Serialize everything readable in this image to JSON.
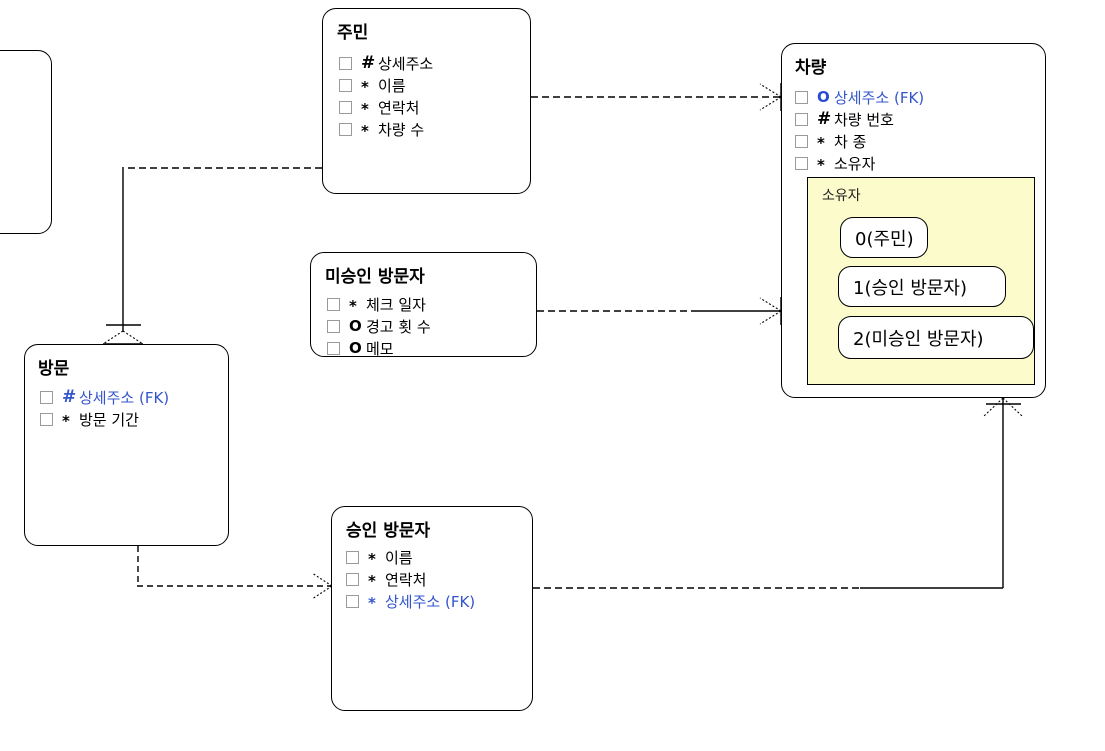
{
  "diagram": {
    "type": "entity-relationship-diagram",
    "notation": "barker",
    "background": "#ffffff",
    "accent_fk_color": "#3355cc",
    "subtype_fill_color": "#fbfbcc"
  },
  "entities": [
    {
      "id": "partial-left",
      "name": "",
      "attributes": []
    },
    {
      "id": "jumin",
      "name": "주민",
      "attributes": [
        {
          "mark": "#",
          "label": "상세주소",
          "fk": false
        },
        {
          "mark": "*",
          "label": "이름",
          "fk": false
        },
        {
          "mark": "*",
          "label": "연락처",
          "fk": false
        },
        {
          "mark": "*",
          "label": "차량 수",
          "fk": false
        }
      ]
    },
    {
      "id": "misungin-bangmunja",
      "name": "미승인 방문자",
      "attributes": [
        {
          "mark": "*",
          "label": "체크 일자",
          "fk": false
        },
        {
          "mark": "O",
          "label": "경고 횟 수",
          "fk": false
        },
        {
          "mark": "O",
          "label": "메모",
          "fk": false
        }
      ]
    },
    {
      "id": "bangmun",
      "name": "방문",
      "attributes": [
        {
          "mark": "#",
          "label": "상세주소 (FK)",
          "fk": true
        },
        {
          "mark": "*",
          "label": "방문 기간",
          "fk": false
        }
      ]
    },
    {
      "id": "sungin-bangmunja",
      "name": "승인 방문자",
      "attributes": [
        {
          "mark": "*",
          "label": "이름",
          "fk": false
        },
        {
          "mark": "*",
          "label": "연락처",
          "fk": false
        },
        {
          "mark": "*",
          "label": "상세주소 (FK)",
          "fk": true
        }
      ]
    },
    {
      "id": "charyang",
      "name": "차량",
      "attributes": [
        {
          "mark": "O",
          "label": "상세주소 (FK)",
          "fk": true
        },
        {
          "mark": "#",
          "label": "차량 번호",
          "fk": false
        },
        {
          "mark": "*",
          "label": "차 종",
          "fk": false
        },
        {
          "mark": "*",
          "label": "소유자",
          "fk": false
        }
      ],
      "subtype": {
        "title": "소유자",
        "items": [
          {
            "label": "0(주민)"
          },
          {
            "label": "1(승인 방문자)"
          },
          {
            "label": "2(미승인 방문자)"
          }
        ]
      }
    }
  ],
  "relationships": [
    {
      "id": "rel-jumin-charyang",
      "from": "주민",
      "to": "차량",
      "line": "dashed",
      "to_cardinality": "many"
    },
    {
      "id": "rel-jumin-bangmun",
      "from": "주민",
      "to": "방문",
      "line": "dashed-solid",
      "to_cardinality": "one-or-many"
    },
    {
      "id": "rel-misungin-charyang",
      "from": "미승인 방문자",
      "to": "차량",
      "line": "dashed-solid",
      "to_cardinality": "many"
    },
    {
      "id": "rel-bangmun-sungin",
      "from": "방문",
      "to": "승인 방문자",
      "line": "dashed",
      "to_cardinality": "many"
    },
    {
      "id": "rel-sungin-charyang",
      "from": "승인 방문자",
      "to": "차량",
      "line": "dashed-solid",
      "to_cardinality": "many"
    }
  ]
}
